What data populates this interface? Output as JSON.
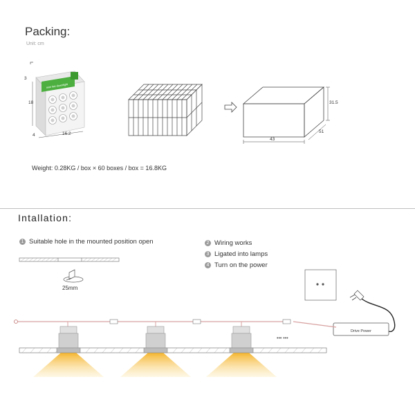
{
  "packing": {
    "title": "Packing:",
    "unit": "Unit: cm",
    "weight": "Weight: 0.28KG / box × 60 boxes / box = 16.8KG",
    "product_box": {
      "width": "16.2",
      "height": "18",
      "depth": "3",
      "depth_bottom": "4",
      "label": "mini led downlight"
    },
    "carton": {
      "height": "31.5",
      "length": "43",
      "width": "51"
    }
  },
  "installation": {
    "title": "Intallation:",
    "steps": [
      {
        "num": "1",
        "text": "Suitable hole in the mounted position open"
      },
      {
        "num": "2",
        "text": "Wiring works"
      },
      {
        "num": "3",
        "text": "Ligated into lamps"
      },
      {
        "num": "4",
        "text": "Turn on the power"
      }
    ],
    "hole_size": "25mm",
    "driver_label": "Drive Power",
    "ellipsis": "••• •••"
  },
  "colors": {
    "wire": "#d8a0a0",
    "light": "#f5b52e",
    "box_green": "#4caf3f",
    "line": "#555555"
  }
}
